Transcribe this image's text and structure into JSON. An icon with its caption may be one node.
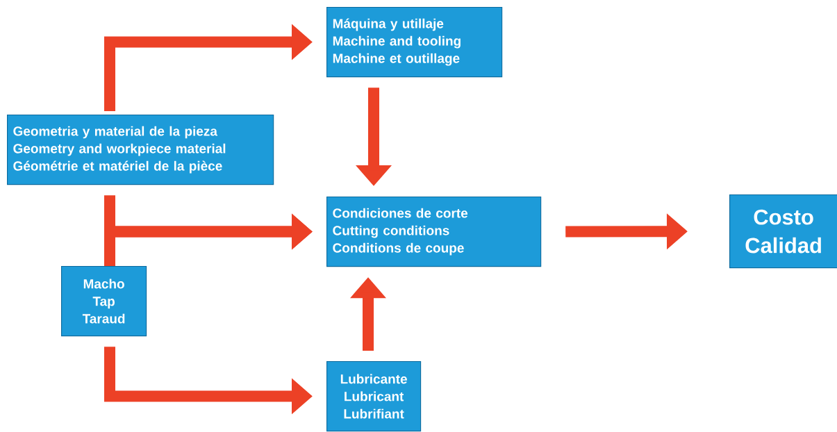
{
  "diagram": {
    "nodes": [
      {
        "text": [
          "Geometria y material de la pieza",
          "Geometry and workpiece material",
          "Géométrie et matériel de la pièce"
        ]
      },
      {
        "text": [
          "Máquina y utillaje",
          "Machine and tooling",
          "Machine et outillage"
        ]
      },
      {
        "text": [
          "Condiciones de corte",
          "Cutting conditions",
          "Conditions de coupe"
        ]
      },
      {
        "text": [
          "Costo",
          "Calidad"
        ]
      },
      {
        "text": [
          "Macho",
          "Tap",
          "Taraud"
        ]
      },
      {
        "text": [
          "Lubricante",
          "Lubricant",
          "Lubrifiant"
        ]
      }
    ],
    "edges": [
      {
        "from": 0,
        "to": 1,
        "arrow": "to"
      },
      {
        "from": 0,
        "to": 2,
        "arrow": "to"
      },
      {
        "from": 4,
        "to": 2,
        "arrow": "to"
      },
      {
        "from": 1,
        "to": 2,
        "arrow": "to"
      },
      {
        "from": 5,
        "to": 2,
        "arrow": "to"
      },
      {
        "from": 4,
        "to": 5,
        "arrow": "to"
      },
      {
        "from": 2,
        "to": 3,
        "arrow": "to"
      }
    ]
  }
}
